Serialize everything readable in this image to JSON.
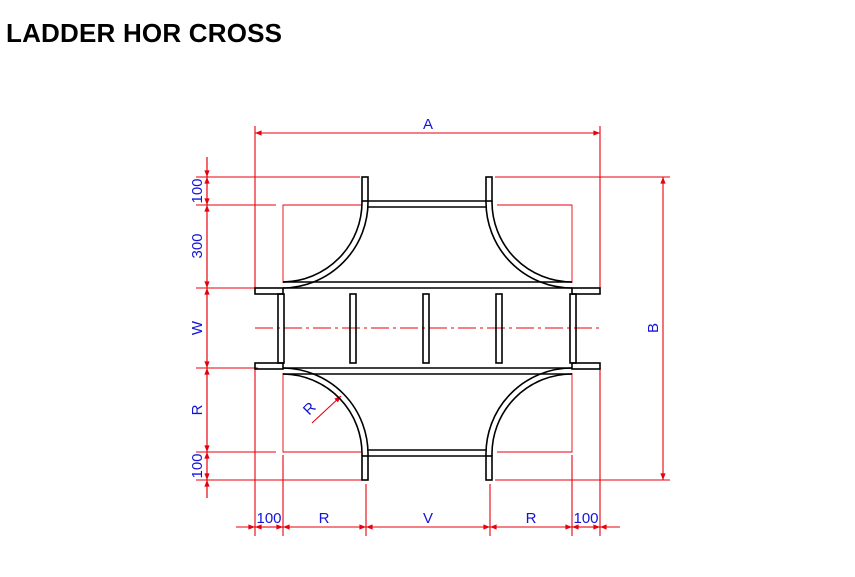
{
  "title": "LADDER HOR CROSS",
  "dimensions": {
    "top": "A",
    "right": "B",
    "left_1": "100",
    "left_2": "300",
    "left_3": "W",
    "left_4": "R",
    "left_5": "100",
    "bottom_1": "100",
    "bottom_2": "R",
    "bottom_3": "V",
    "bottom_4": "R",
    "bottom_5": "100",
    "radius": "R"
  },
  "colors": {
    "dimension_line": "#e8000b",
    "dimension_text": "#1414d8",
    "outline": "#000000",
    "centerline": "#e8000b"
  }
}
